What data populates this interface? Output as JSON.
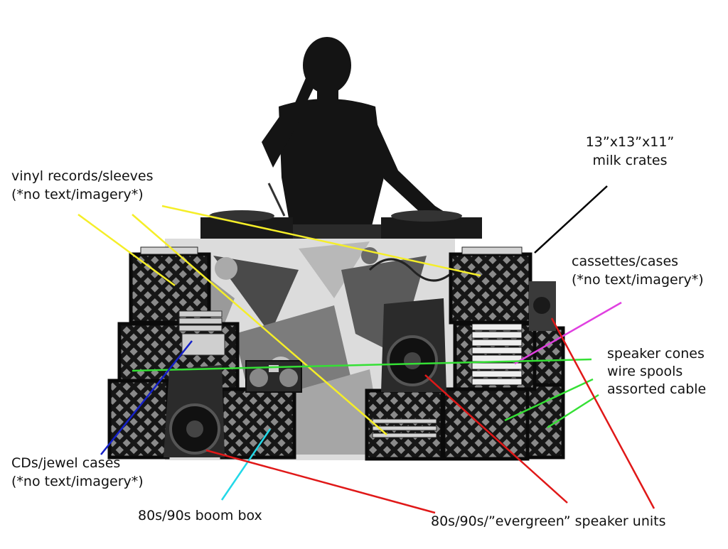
{
  "labels": {
    "milk_crates_1": "13”x13”x11”",
    "milk_crates_2": "milk crates",
    "vinyl_1": "vinyl records/sleeves",
    "vinyl_2": "(*no text/imagery*)",
    "cassettes_1": "cassettes/cases",
    "cassettes_2": "(*no text/imagery*)",
    "speaker_cones": "speaker cones",
    "wire_spools": "wire spools",
    "assorted_cable": "assorted cable",
    "cds_1": "CDs/jewel cases",
    "cds_2": "(*no text/imagery*)",
    "boom_box": "80s/90s boom box",
    "speaker_units": "80s/90s/”evergreen” speaker units"
  },
  "colors": {
    "vinyl": "#f5ee28",
    "milk_crates": "#000000",
    "cassettes": "#e040e0",
    "green": "#35e035",
    "cds": "#1420c8",
    "boom_box": "#22d8e8",
    "speaker_units": "#e01818"
  }
}
